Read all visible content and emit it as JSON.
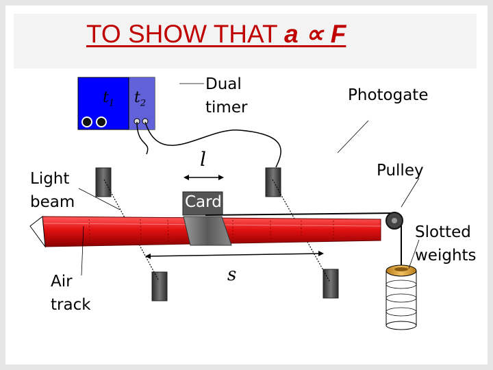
{
  "title": {
    "prefix": "TO SHOW THAT ",
    "a": "a",
    "prop": "∝",
    "F": "F"
  },
  "timer": {
    "t1_var": "t",
    "t1_sub": "1",
    "t2_var": "t",
    "t2_sub": "2"
  },
  "labels": {
    "dual_timer": [
      "Dual",
      "timer"
    ],
    "photogate": "Photogate",
    "light_beam": [
      "Light",
      "beam"
    ],
    "pulley": "Pulley",
    "card": "Card",
    "slotted_weights": [
      "Slotted",
      "weights"
    ],
    "air_track": [
      "Air",
      "track"
    ],
    "length_l": "l",
    "separation_s": "s"
  },
  "colors": {
    "title": "#c00000",
    "timer_body": "#0000ff",
    "track_red": "#e01010",
    "card_gray": "#6e6e6e",
    "weights_gold": "#d69a2a"
  }
}
